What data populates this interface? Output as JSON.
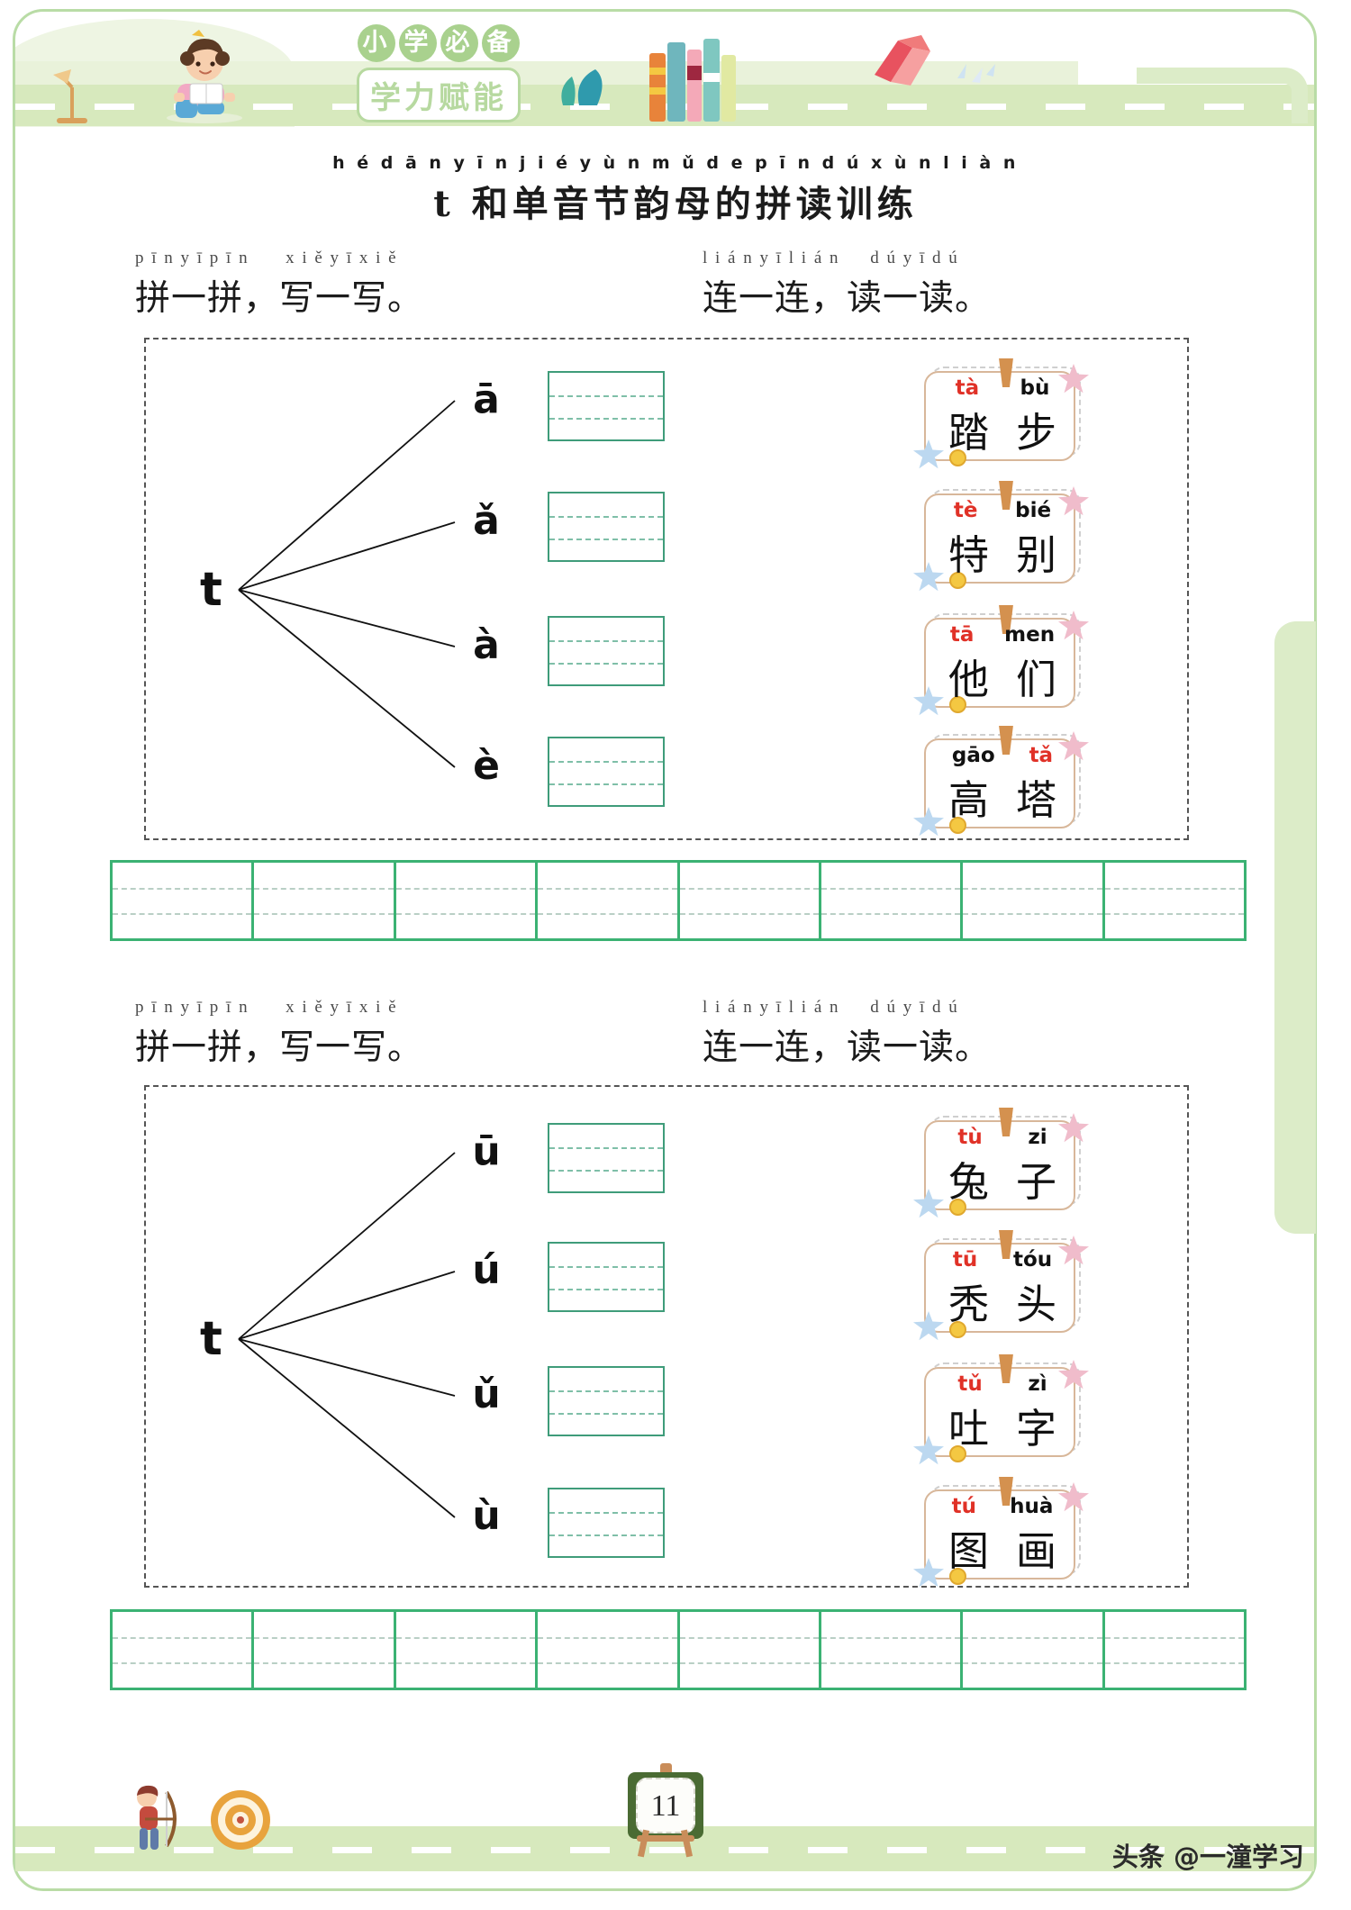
{
  "header": {
    "badge_top": "小学必备",
    "badge_bottom": "学力赋能"
  },
  "title": {
    "pinyin": "h é d ā n y ī n j i é y ù n m ǔ  d e p ī n d ú x ù n l i à n",
    "main": "t 和单音节韵母的拼读训练"
  },
  "sections": [
    {
      "instruction_left": {
        "pinyin": "p ī n y ī p ī n      x i ě y ī x i ě",
        "cn": "拼一拼，写一写。"
      },
      "instruction_right": {
        "pinyin": "l i á n y ī l i á n     d ú y ī d ú",
        "cn": "连一连，读一读。"
      },
      "consonant": "t",
      "vowels": [
        "ā",
        "ǎ",
        "à",
        "è"
      ],
      "cards": [
        {
          "pinyin": [
            "tà",
            "bù"
          ],
          "pinyin_colors": [
            "red",
            "black"
          ],
          "hanzi": [
            "踏",
            "步"
          ]
        },
        {
          "pinyin": [
            "tè",
            "bié"
          ],
          "pinyin_colors": [
            "red",
            "black"
          ],
          "hanzi": [
            "特",
            "别"
          ]
        },
        {
          "pinyin": [
            "tā",
            "men"
          ],
          "pinyin_colors": [
            "red",
            "black"
          ],
          "hanzi": [
            "他",
            "们"
          ]
        },
        {
          "pinyin": [
            "gāo",
            "tǎ"
          ],
          "pinyin_colors": [
            "black",
            "red"
          ],
          "hanzi": [
            "高",
            "塔"
          ]
        }
      ],
      "practice_cells": 8
    },
    {
      "instruction_left": {
        "pinyin": "p ī n y ī p ī n      x i ě y ī x i ě",
        "cn": "拼一拼，写一写。"
      },
      "instruction_right": {
        "pinyin": "l i á n y ī l i á n     d ú y ī d ú",
        "cn": "连一连，读一读。"
      },
      "consonant": "t",
      "vowels": [
        "ū",
        "ú",
        "ǔ",
        "ù"
      ],
      "cards": [
        {
          "pinyin": [
            "tù",
            "zi"
          ],
          "pinyin_colors": [
            "red",
            "black"
          ],
          "hanzi": [
            "兔",
            "子"
          ]
        },
        {
          "pinyin": [
            "tū",
            "tóu"
          ],
          "pinyin_colors": [
            "red",
            "black"
          ],
          "hanzi": [
            "秃",
            "头"
          ]
        },
        {
          "pinyin": [
            "tǔ",
            "zì"
          ],
          "pinyin_colors": [
            "red",
            "black"
          ],
          "hanzi": [
            "吐",
            "字"
          ]
        },
        {
          "pinyin": [
            "tú",
            "huà"
          ],
          "pinyin_colors": [
            "red",
            "black"
          ],
          "hanzi": [
            "图",
            "画"
          ]
        }
      ],
      "practice_cells": 8
    }
  ],
  "footer": {
    "page_number": "11",
    "watermark": "头条 @一潼学习"
  },
  "colors": {
    "banner_green": "#d7e9bd",
    "accent_green": "#3bb273",
    "box_green": "#3f9c7a",
    "pinyin_red": "#e03127",
    "card_border": "#d8b79a"
  }
}
